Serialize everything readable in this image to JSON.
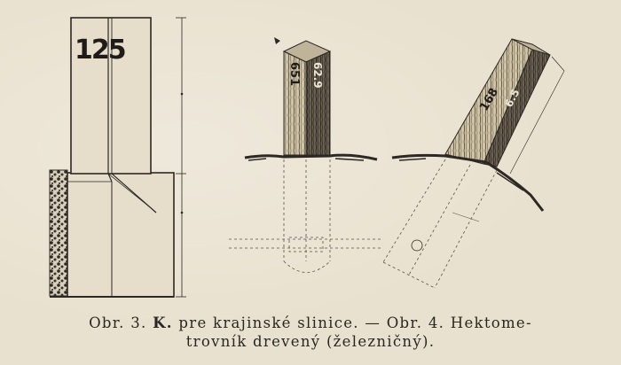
{
  "figure_left": {
    "post_number": "125"
  },
  "figure_middle": {
    "post_marks": [
      "651",
      "62.9"
    ]
  },
  "figure_right": {
    "post_marks": [
      "168",
      "6.5"
    ]
  },
  "caption": {
    "line1_a": "Obr. 3.",
    "line1_b": "K.",
    "line1_c": "pre krajinské slinice. — Obr. 4. Hektome-",
    "line2": "trovník drevený (železničný)."
  }
}
